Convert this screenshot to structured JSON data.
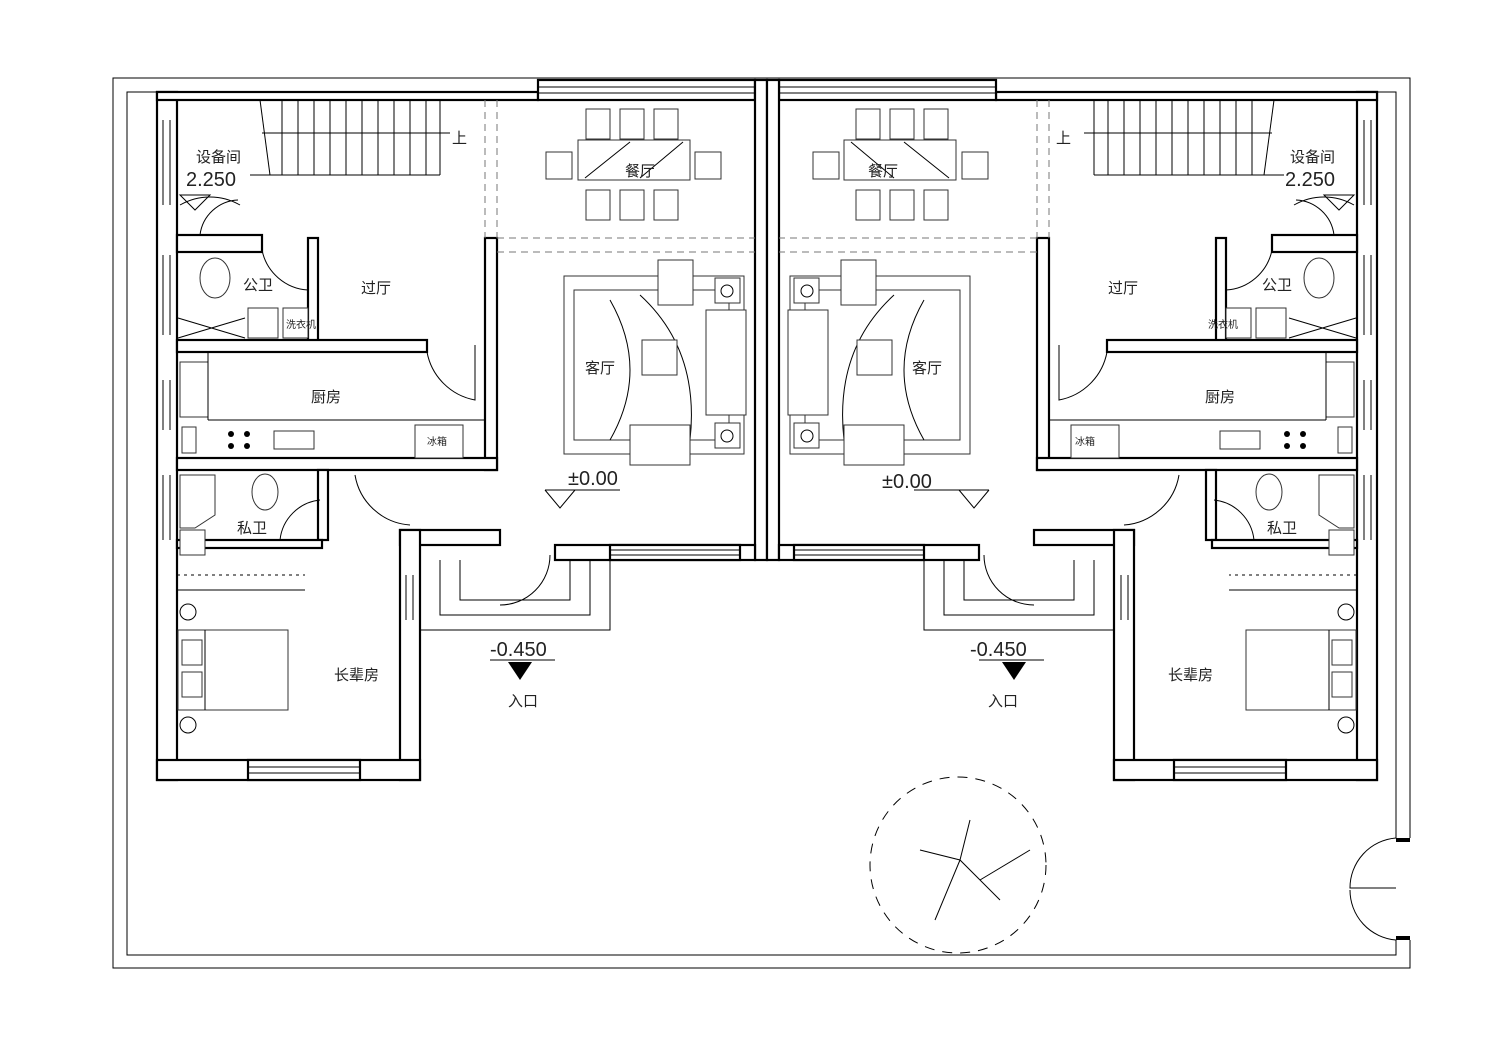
{
  "rooms": {
    "equipment": "设备间",
    "stair_up": "上",
    "dining": "餐厅",
    "public_bath": "公卫",
    "washer": "洗衣机",
    "hall": "过厅",
    "kitchen": "厨房",
    "fridge": "冰箱",
    "living": "客厅",
    "private_bath": "私卫",
    "elder_room": "长辈房",
    "entrance": "入口"
  },
  "levels": {
    "equipment": "2.250",
    "floor": "±0.00",
    "entrance": "-0.450"
  }
}
